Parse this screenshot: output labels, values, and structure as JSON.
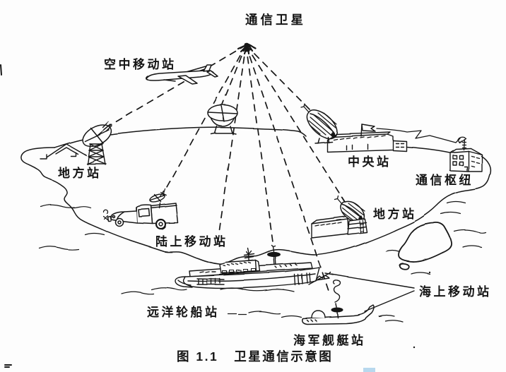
{
  "diagram": {
    "title": "通信卫星",
    "caption": "图 1.1   卫星通信示意图",
    "stations": {
      "air_mobile": "空中移动站",
      "local_left": "地方站",
      "central": "中央站",
      "comm_hub": "通信枢纽",
      "local_right": "地方站",
      "land_mobile": "陆上移动站",
      "sea_mobile": "海上移动站",
      "ocean_ship": "远洋轮船站",
      "navy_vessel": "海军舰艇站"
    },
    "ink_color": "#191919",
    "artifact_color": "#b8d8ee"
  }
}
